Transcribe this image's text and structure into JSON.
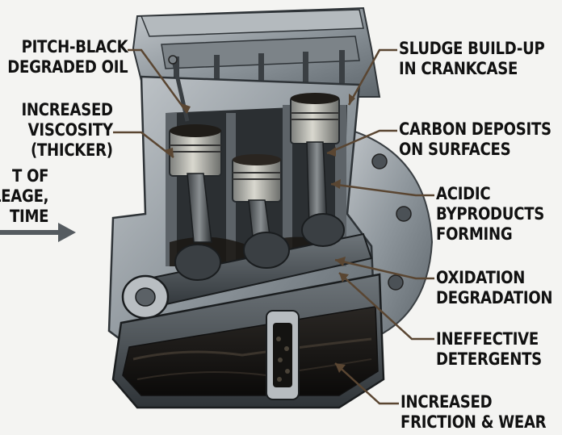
{
  "labels": {
    "pitch_black": [
      "PITCH-BLACK",
      "DEGRADED OIL"
    ],
    "viscosity": [
      "INCREASED",
      "VISCOSITY",
      "(THICKER)"
    ],
    "mileage": [
      "T OF",
      "ILEAGE,",
      "TIME"
    ],
    "sludge": [
      "SLUDGE BUILD-UP",
      "IN CRANKCASE"
    ],
    "carbon": [
      "CARBON DEPOSITS",
      "ON SURFACES"
    ],
    "acidic": [
      "ACIDIC",
      "BYPRODUCTS",
      "FORMING"
    ],
    "oxidation": [
      "OXIDATION",
      "DEGRADATION"
    ],
    "detergents": [
      "INEFFECTIVE",
      "DETERGENTS"
    ],
    "friction": [
      "INCREASED",
      "FRICTION & WEAR"
    ]
  },
  "colors": {
    "background": "#f4f4f2",
    "engine_metal": "#9aa1a6",
    "oil_dark": "#1a1a1a",
    "leader_line": "#5a4632",
    "arrow": "#555b60"
  }
}
